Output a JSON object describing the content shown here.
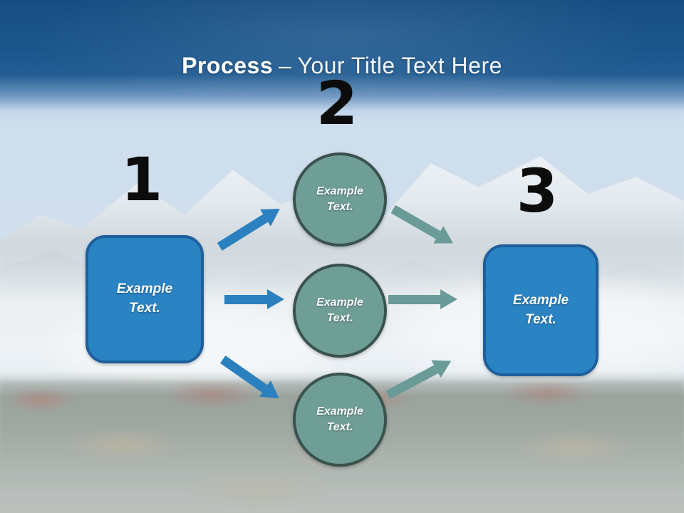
{
  "header": {
    "title_bold": "Process",
    "title_separator": "–",
    "title_regular": "Your Title Text Here"
  },
  "diagram": {
    "step1": {
      "number": "1",
      "box_label": "Example Text."
    },
    "step2": {
      "number": "2",
      "circle_labels": [
        "Example Text.",
        "Example Text.",
        "Example Text."
      ]
    },
    "step3": {
      "number": "3",
      "box_label": "Example Text."
    }
  },
  "colors": {
    "header_blue_dark": "#174e82",
    "header_blue": "#235d93",
    "sky_light_blue": "#c3d7ec",
    "box_blue_fill": "#2a83c3",
    "box_blue_border": "#1e5f9b",
    "circle_teal_fill": "#6f9e97",
    "circle_teal_border": "#3a524d",
    "arrow_blue": "#2b80c0",
    "arrow_teal": "#6a9b98",
    "number_color": "#0c0c0c",
    "title_text": "#ffffff"
  }
}
